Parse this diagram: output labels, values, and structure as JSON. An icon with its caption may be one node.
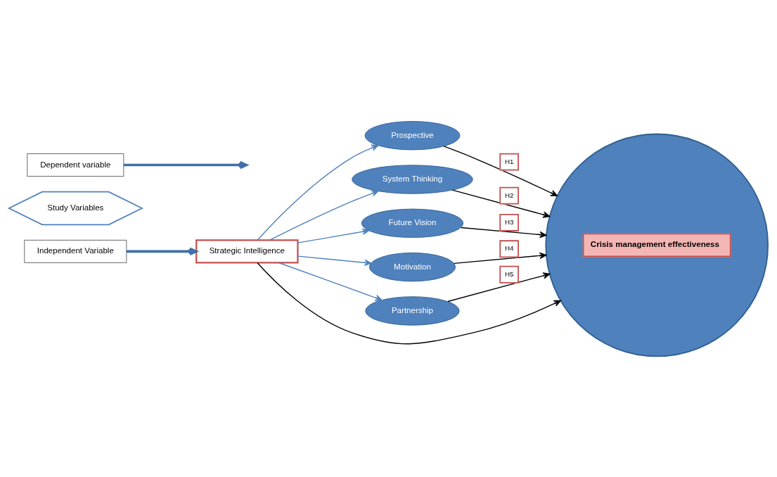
{
  "diagram": {
    "nodes": [
      {
        "text": [
          "Independent Variable"
        ]
      },
      {
        "text": [
          "Study Variables"
        ]
      },
      {
        "text": [
          "Dependent variable"
        ]
      },
      {
        "text": [
          "Strategic Intelligence"
        ]
      },
      {
        "text": [
          "Prospective"
        ]
      },
      {
        "text": [
          "System Thinking"
        ]
      },
      {
        "text": [
          "Future Vision"
        ]
      },
      {
        "text": [
          "Motivation"
        ]
      },
      {
        "text": [
          "Partnership"
        ]
      },
      {
        "text": [
          "Crisis management effectiveness"
        ]
      }
    ],
    "edges": [
      {
        "from": 0,
        "to": 3,
        "arrow": "to",
        "style": "thick",
        "color": "#3f6fa8"
      },
      {
        "from": 2,
        "to": null,
        "arrow": "to",
        "style": "thick",
        "color": "#3f6fa8"
      },
      {
        "from": 3,
        "to": 4,
        "arrow": "to",
        "color": "#4f81bd"
      },
      {
        "from": 3,
        "to": 5,
        "arrow": "to",
        "color": "#4f81bd"
      },
      {
        "from": 3,
        "to": 6,
        "arrow": "to",
        "color": "#4f81bd"
      },
      {
        "from": 3,
        "to": 7,
        "arrow": "to",
        "color": "#4f81bd"
      },
      {
        "from": 3,
        "to": 8,
        "arrow": "to",
        "color": "#4f81bd"
      },
      {
        "from": 3,
        "to": 9,
        "arrow": "to"
      },
      {
        "from": 4,
        "to": 9,
        "arrow": "to",
        "label": "H1"
      },
      {
        "from": 5,
        "to": 9,
        "arrow": "to",
        "label": "H2"
      },
      {
        "from": 6,
        "to": 9,
        "arrow": "to",
        "label": "H3"
      },
      {
        "from": 7,
        "to": 9,
        "arrow": "to",
        "label": "H4"
      },
      {
        "from": 8,
        "to": 9,
        "arrow": "to",
        "label": "H5"
      }
    ]
  }
}
